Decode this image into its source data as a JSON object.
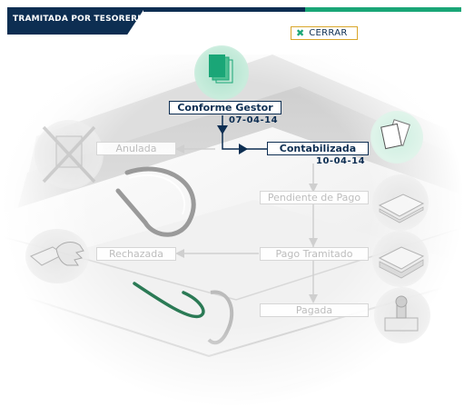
{
  "header": {
    "title": "TRAMITADA POR TESORERIA",
    "close_icon": "x-mark-icon",
    "close_label": "CERRAR"
  },
  "workflow": {
    "conforme_gestor": {
      "label": "Conforme Gestor",
      "date": "07-04-14",
      "state": "completed",
      "icon": "document-stack-icon"
    },
    "contabilizada": {
      "label": "Contabilizada",
      "date": "10-04-14",
      "state": "current",
      "icon": "papers-icon"
    },
    "anulada": {
      "label": "Anulada",
      "state": "inactive",
      "icon": "cancelled-document-icon"
    },
    "pendiente_pago": {
      "label": "Pendiente de Pago",
      "state": "inactive",
      "icon": "paper-stack-icon"
    },
    "rechazada": {
      "label": "Rechazada",
      "state": "inactive",
      "icon": "rejecting-hand-icon"
    },
    "pago_tramitado": {
      "label": "Pago Tramitado",
      "state": "inactive",
      "icon": "paper-pile-icon"
    },
    "pagada": {
      "label": "Pagada",
      "state": "inactive",
      "icon": "stamp-icon"
    }
  },
  "colors": {
    "navy": "#0d2e52",
    "green": "#1aa677",
    "accent_border": "#d9a62a",
    "inactive_text": "#bdbdbd"
  }
}
